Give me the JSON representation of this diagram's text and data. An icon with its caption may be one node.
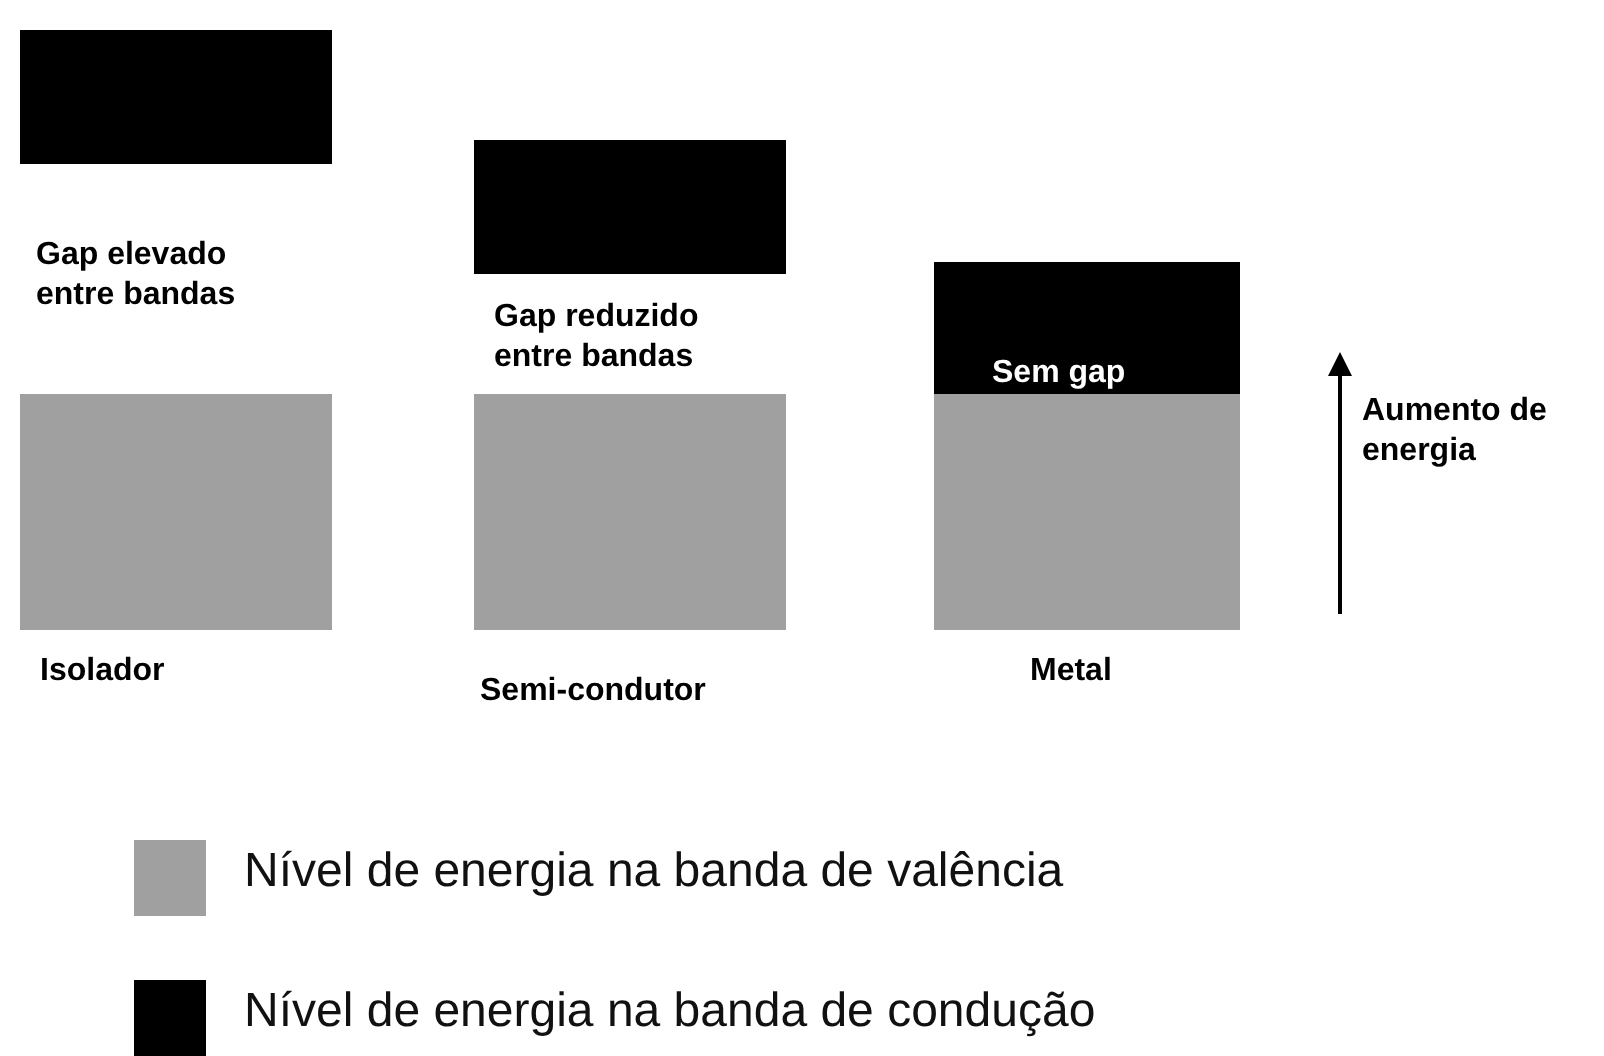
{
  "diagram": {
    "nodes": [
      {
        "text": [],
        "shape": "box"
      },
      {
        "text": [],
        "shape": "box"
      },
      {
        "text": [],
        "shape": "box"
      },
      {
        "text": [],
        "shape": "box"
      },
      {
        "text": [],
        "shape": "box"
      },
      {
        "text": [],
        "shape": "box"
      }
    ],
    "labels": [
      "Gap elevado entre bandas",
      "Gap reduzido entre bandas",
      "Sem gap",
      "Aumento de energia",
      "Isolador",
      "Semi-condutor",
      "Metal"
    ],
    "legend": [
      {
        "text": "Nível de energia na banda de valência",
        "color": "#a0a0a0"
      },
      {
        "text": "Nível de energia na banda de condução",
        "color": "#000000"
      }
    ]
  }
}
